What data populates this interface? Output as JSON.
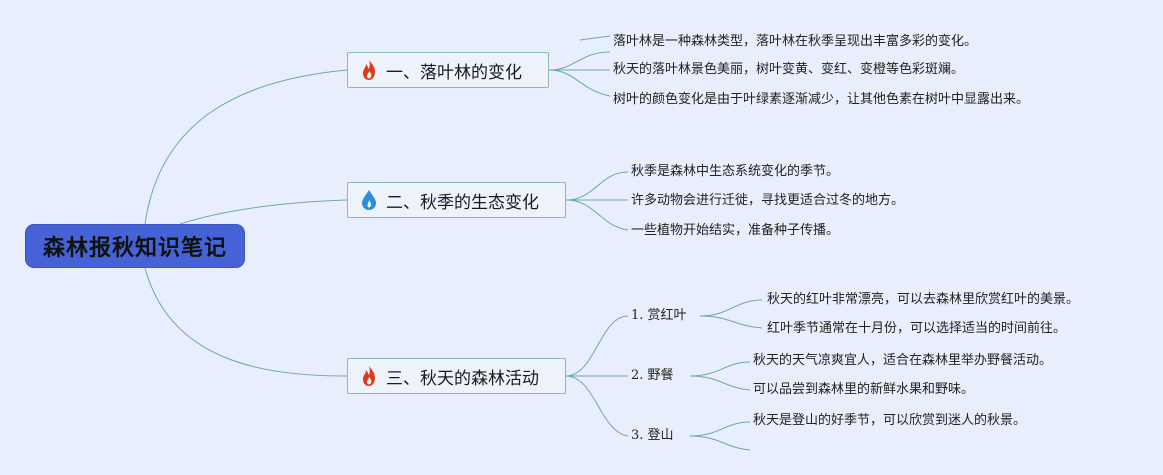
{
  "root": {
    "label": "森林报秋知识笔记"
  },
  "topics": [
    {
      "label": "一、落叶林的变化",
      "icon": "fire-icon",
      "leaves": [
        "落叶林是一种森林类型，落叶林在秋季呈现出丰富多彩的变化。",
        "秋天的落叶林景色美丽，树叶变黄、变红、变橙等色彩斑斓。",
        "树叶的颜色变化是由于叶绿素逐渐减少，让其他色素在树叶中显露出来。"
      ]
    },
    {
      "label": "二、秋季的生态变化",
      "icon": "water-drop-icon",
      "leaves": [
        "秋季是森林中生态系统变化的季节。",
        "许多动物会进行迁徙，寻找更适合过冬的地方。",
        "一些植物开始结实，准备种子传播。"
      ]
    },
    {
      "label": "三、秋天的森林活动",
      "icon": "fire-icon",
      "subtopics": [
        {
          "label": "1. 赏红叶",
          "leaves": [
            "秋天的红叶非常漂亮，可以去森林里欣赏红叶的美景。",
            "红叶季节通常在十月份，可以选择适当的时间前往。"
          ]
        },
        {
          "label": "2. 野餐",
          "leaves": [
            "秋天的天气凉爽宜人，适合在森林里举办野餐活动。",
            "可以品尝到森林里的新鲜水果和野味。"
          ]
        },
        {
          "label": "3. 登山",
          "leaves": [
            "秋天是登山的好季节，可以欣赏到迷人的秋景。"
          ]
        }
      ]
    }
  ],
  "colors": {
    "root_fill": "#4563d6",
    "connector": "#6fa8a8",
    "topic_border": "#8db8b8",
    "fire": "#e03a1e",
    "drop": "#2a8fd8",
    "background": "#e8eefb"
  }
}
